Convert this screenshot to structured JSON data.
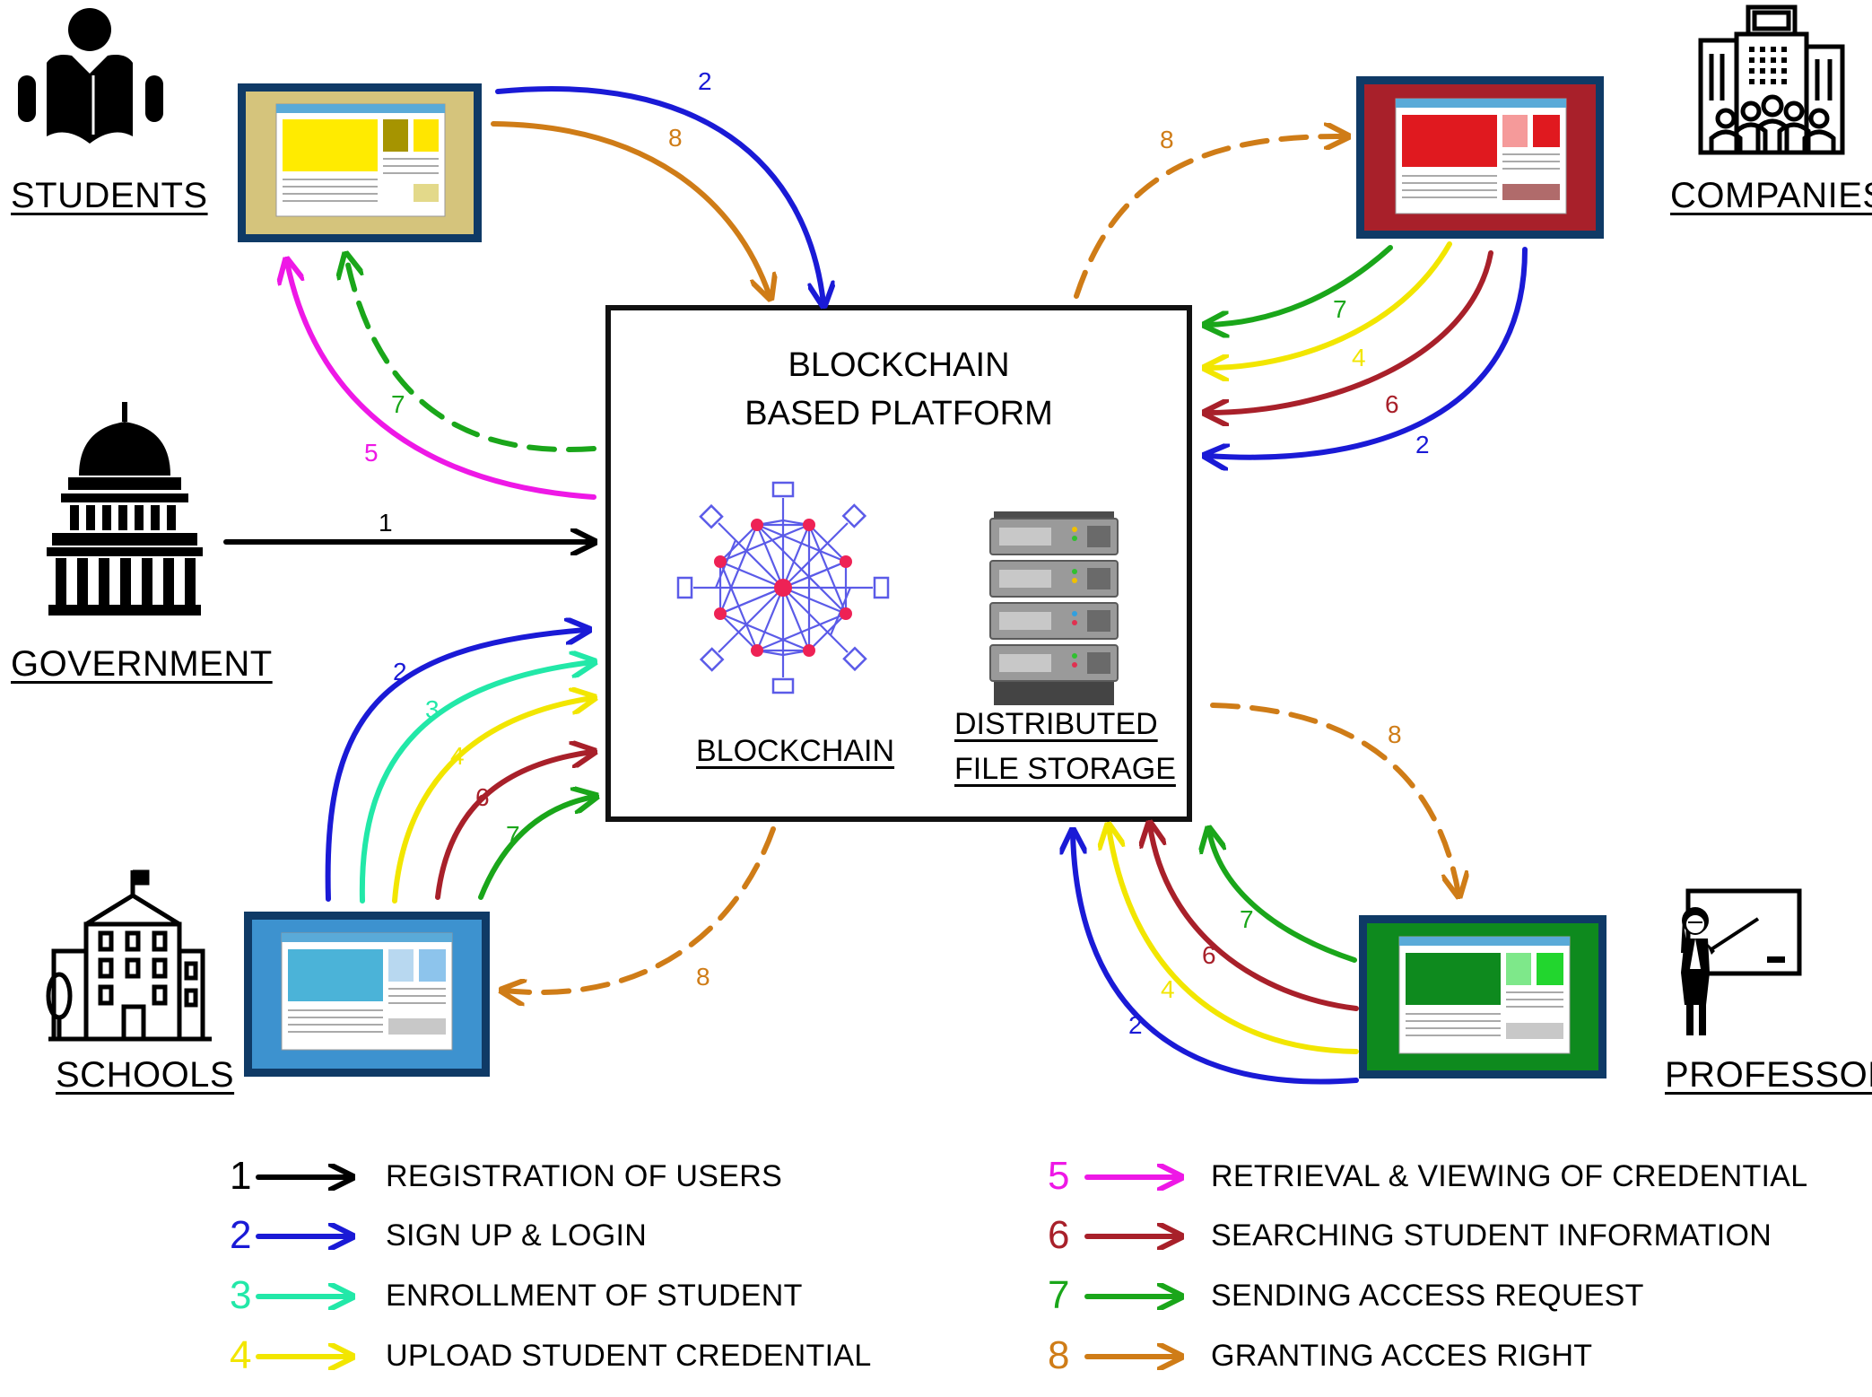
{
  "actors": {
    "students": "STUDENTS",
    "companies": "COMPANIES",
    "government": "GOVERNMENT",
    "schools": "SCHOOLS",
    "professors": "PROFESSORS"
  },
  "platform": {
    "title_line1": "BLOCKCHAIN",
    "title_line2": "BASED PLATFORM",
    "blockchain_label": "BLOCKCHAIN",
    "storage_line1": "DISTRIBUTED",
    "storage_line2": "FILE STORAGE"
  },
  "colors": {
    "1": "#000000",
    "2": "#1a1ad6",
    "3": "#22e8a8",
    "4": "#f2e600",
    "5": "#ee18e6",
    "6": "#a8202a",
    "7": "#1aa61a",
    "8": "#cf7c17"
  },
  "arrow_numbers": {
    "one": "1",
    "two": "2",
    "three": "3",
    "four": "4",
    "five": "5",
    "six": "6",
    "seven": "7",
    "eight": "8"
  },
  "legend": [
    {
      "num": "1",
      "text": "REGISTRATION OF USERS"
    },
    {
      "num": "2",
      "text": "SIGN UP & LOGIN"
    },
    {
      "num": "3",
      "text": "ENROLLMENT OF STUDENT"
    },
    {
      "num": "4",
      "text": "UPLOAD STUDENT CREDENTIAL"
    },
    {
      "num": "5",
      "text": "RETRIEVAL & VIEWING OF CREDENTIAL"
    },
    {
      "num": "6",
      "text": "SEARCHING STUDENT INFORMATION"
    },
    {
      "num": "7",
      "text": "SENDING ACCESS REQUEST"
    },
    {
      "num": "8",
      "text": "GRANTING ACCES RIGHT"
    }
  ]
}
